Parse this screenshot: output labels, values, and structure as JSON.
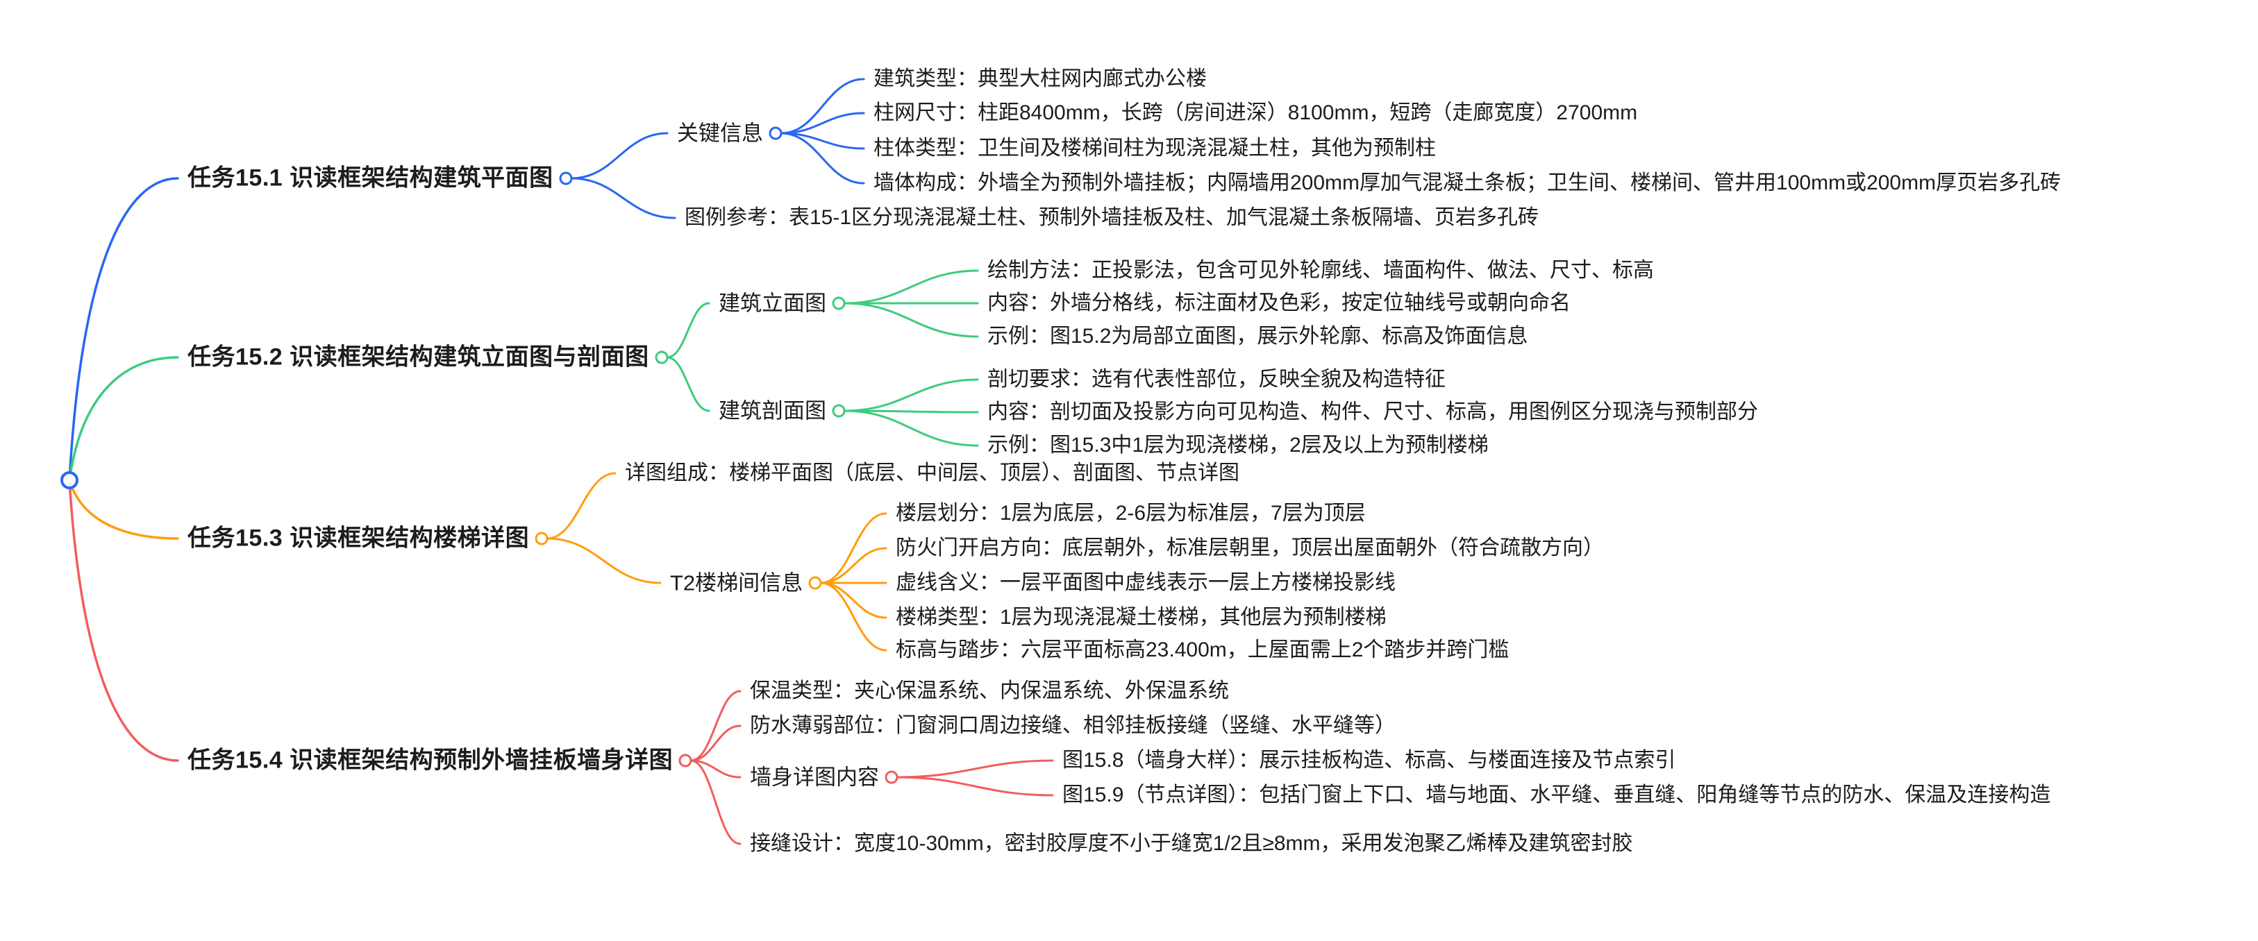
{
  "text_color": "#1c1c1c",
  "branch_colors": [
    "#2967F2",
    "#3DCC7D",
    "#FF9E0D",
    "#F15D5D"
  ],
  "root": {
    "label": ""
  },
  "branches": [
    {
      "title": "任务15.1 识读框架结构建筑平面图",
      "color": "#2967F2",
      "children": [
        {
          "label": "关键信息",
          "children": [
            "建筑类型：典型大柱网内廊式办公楼",
            "柱网尺寸：柱距8400mm，长跨（房间进深）8100mm，短跨（走廊宽度）2700mm",
            "柱体类型：卫生间及楼梯间柱为现浇混凝土柱，其他为预制柱",
            "墙体构成：外墙全为预制外墙挂板；内隔墙用200mm厚加气混凝土条板；卫生间、楼梯间、管井用100mm或200mm厚页岩多孔砖"
          ]
        },
        {
          "label": "图例参考：表15-1区分现浇混凝土柱、预制外墙挂板及柱、加气混凝土条板隔墙、页岩多孔砖"
        }
      ]
    },
    {
      "title": "任务15.2 识读框架结构建筑立面图与剖面图",
      "color": "#3DCC7D",
      "children": [
        {
          "label": "建筑立面图",
          "children": [
            "绘制方法：正投影法，包含可见外轮廓线、墙面构件、做法、尺寸、标高",
            "内容：外墙分格线，标注面材及色彩，按定位轴线号或朝向命名",
            "示例：图15.2为局部立面图，展示外轮廓、标高及饰面信息"
          ]
        },
        {
          "label": "建筑剖面图",
          "children": [
            "剖切要求：选有代表性部位，反映全貌及构造特征",
            "内容：剖切面及投影方向可见构造、构件、尺寸、标高，用图例区分现浇与预制部分",
            "示例：图15.3中1层为现浇楼梯，2层及以上为预制楼梯"
          ]
        }
      ]
    },
    {
      "title": "任务15.3 识读框架结构楼梯详图",
      "color": "#FF9E0D",
      "children": [
        {
          "label": "详图组成：楼梯平面图（底层、中间层、顶层）、剖面图、节点详图"
        },
        {
          "label": "T2楼梯间信息",
          "children": [
            "楼层划分：1层为底层，2-6层为标准层，7层为顶层",
            "防火门开启方向：底层朝外，标准层朝里，顶层出屋面朝外（符合疏散方向）",
            "虚线含义：一层平面图中虚线表示一层上方楼梯投影线",
            "楼梯类型：1层为现浇混凝土楼梯，其他层为预制楼梯",
            "标高与踏步：六层平面标高23.400m，上屋面需上2个踏步并跨门槛"
          ]
        }
      ]
    },
    {
      "title": "任务15.4 识读框架结构预制外墙挂板墙身详图",
      "color": "#F15D5D",
      "children": [
        {
          "label": "保温类型：夹心保温系统、内保温系统、外保温系统"
        },
        {
          "label": "防水薄弱部位：门窗洞口周边接缝、相邻挂板接缝（竖缝、水平缝等）"
        },
        {
          "label": "墙身详图内容",
          "children": [
            "图15.8（墙身大样）：展示挂板构造、标高、与楼面连接及节点索引",
            "图15.9（节点详图）：包括门窗上下口、墙与地面、水平缝、垂直缝、阳角缝等节点的防水、保温及连接构造"
          ]
        },
        {
          "label": "接缝设计：宽度10-30mm，密封胶厚度不小于缝宽1/2且≥8mm，采用发泡聚乙烯棒及建筑密封胶"
        }
      ]
    }
  ]
}
